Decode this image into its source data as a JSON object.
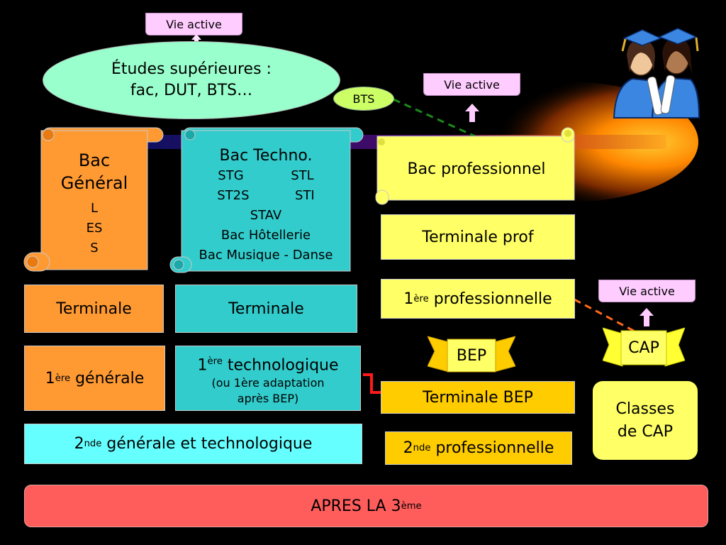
{
  "vie_active_label": "Vie active",
  "etudes": {
    "line1": "Études supérieures :",
    "line2": "fac, DUT, BTS…"
  },
  "bts_label": "BTS",
  "bac_general": {
    "title1": "Bac",
    "title2": "Général",
    "series": [
      "L",
      "ES",
      "S"
    ]
  },
  "bac_techno": {
    "title": "Bac Techno.",
    "rows": [
      [
        "STG",
        "STL"
      ],
      [
        "ST2S",
        "STI"
      ]
    ],
    "extra": [
      "STAV",
      "Bac Hôtellerie",
      "Bac Musique - Danse"
    ]
  },
  "bac_pro": "Bac professionnel",
  "terminale_prof": "Terminale prof",
  "premiere_pro": {
    "num": "1",
    "sup": "ère",
    "text": " professionnelle"
  },
  "terminale_gen": "Terminale",
  "terminale_tech": "Terminale",
  "premiere_gen": {
    "num": "1",
    "sup": "ère",
    "text": " générale"
  },
  "premiere_tech": {
    "num": "1",
    "sup": "ère",
    "text": " technologique",
    "note1": "(ou 1ère adaptation",
    "note2": "après BEP)"
  },
  "bep_label": "BEP",
  "cap_label": "CAP",
  "terminale_bep": "Terminale BEP",
  "classes_cap": {
    "line1": "Classes",
    "line2": "de CAP"
  },
  "seconde_gt": {
    "num": "2",
    "sup": "nde",
    "text": " générale et technologique"
  },
  "seconde_pro": {
    "num": "2",
    "sup": "nde",
    "text": " professionnelle"
  },
  "apres": {
    "text": "APRES LA 3",
    "sup": "ème"
  },
  "colors": {
    "orange": "#ff9a33",
    "teal": "#33cccc",
    "yellow": "#ffff66",
    "gold": "#ffcc00",
    "aqua": "#66ffff",
    "red": "#ff5c5c",
    "mint": "#99ffcc",
    "pink": "#ffccff",
    "bts_green": "#ccff66"
  }
}
